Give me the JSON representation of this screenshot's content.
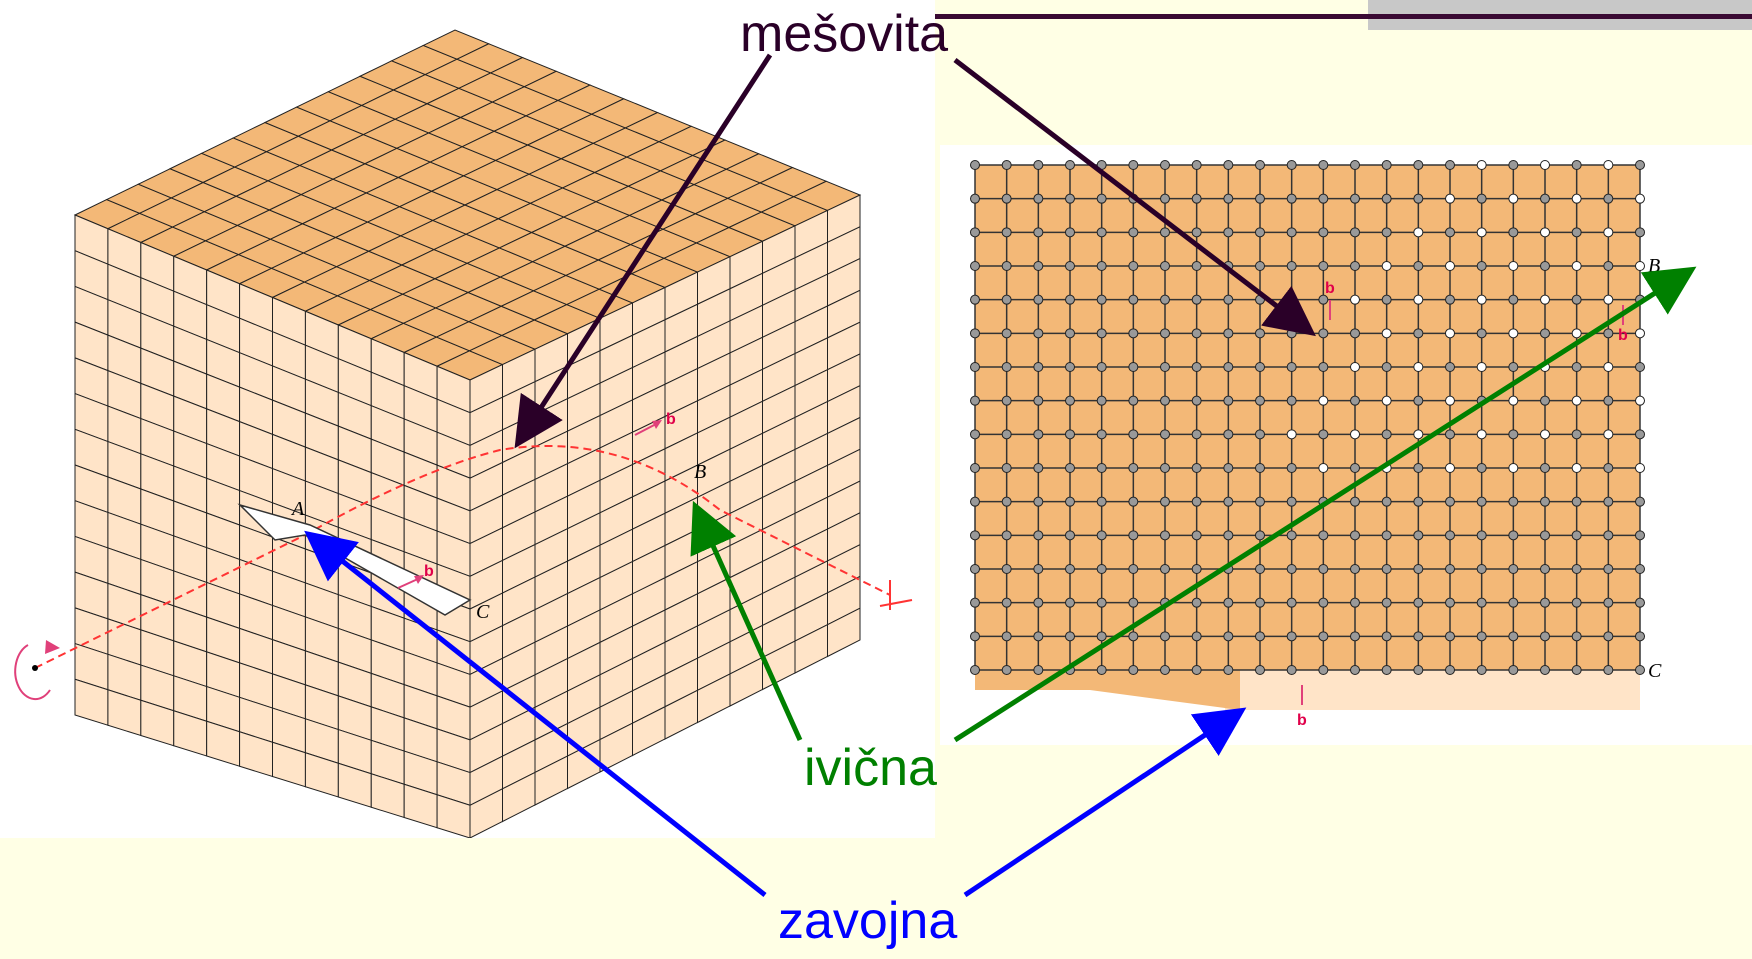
{
  "labels": {
    "mixed": "mešovita",
    "edge": "ivična",
    "screw": "zavojna"
  },
  "diagram": {
    "point_labels": {
      "a": "A",
      "b": "B",
      "c": "C"
    },
    "burgers_label": "b"
  },
  "colors": {
    "background": "#ffffe5",
    "crystal_top": "#f3b877",
    "crystal_side": "#ffe4c8",
    "mixed_arrow": "#2a0028",
    "edge_arrow": "#008000",
    "screw_arrow": "#0000ff",
    "dislocation_line": "#ff3333"
  }
}
